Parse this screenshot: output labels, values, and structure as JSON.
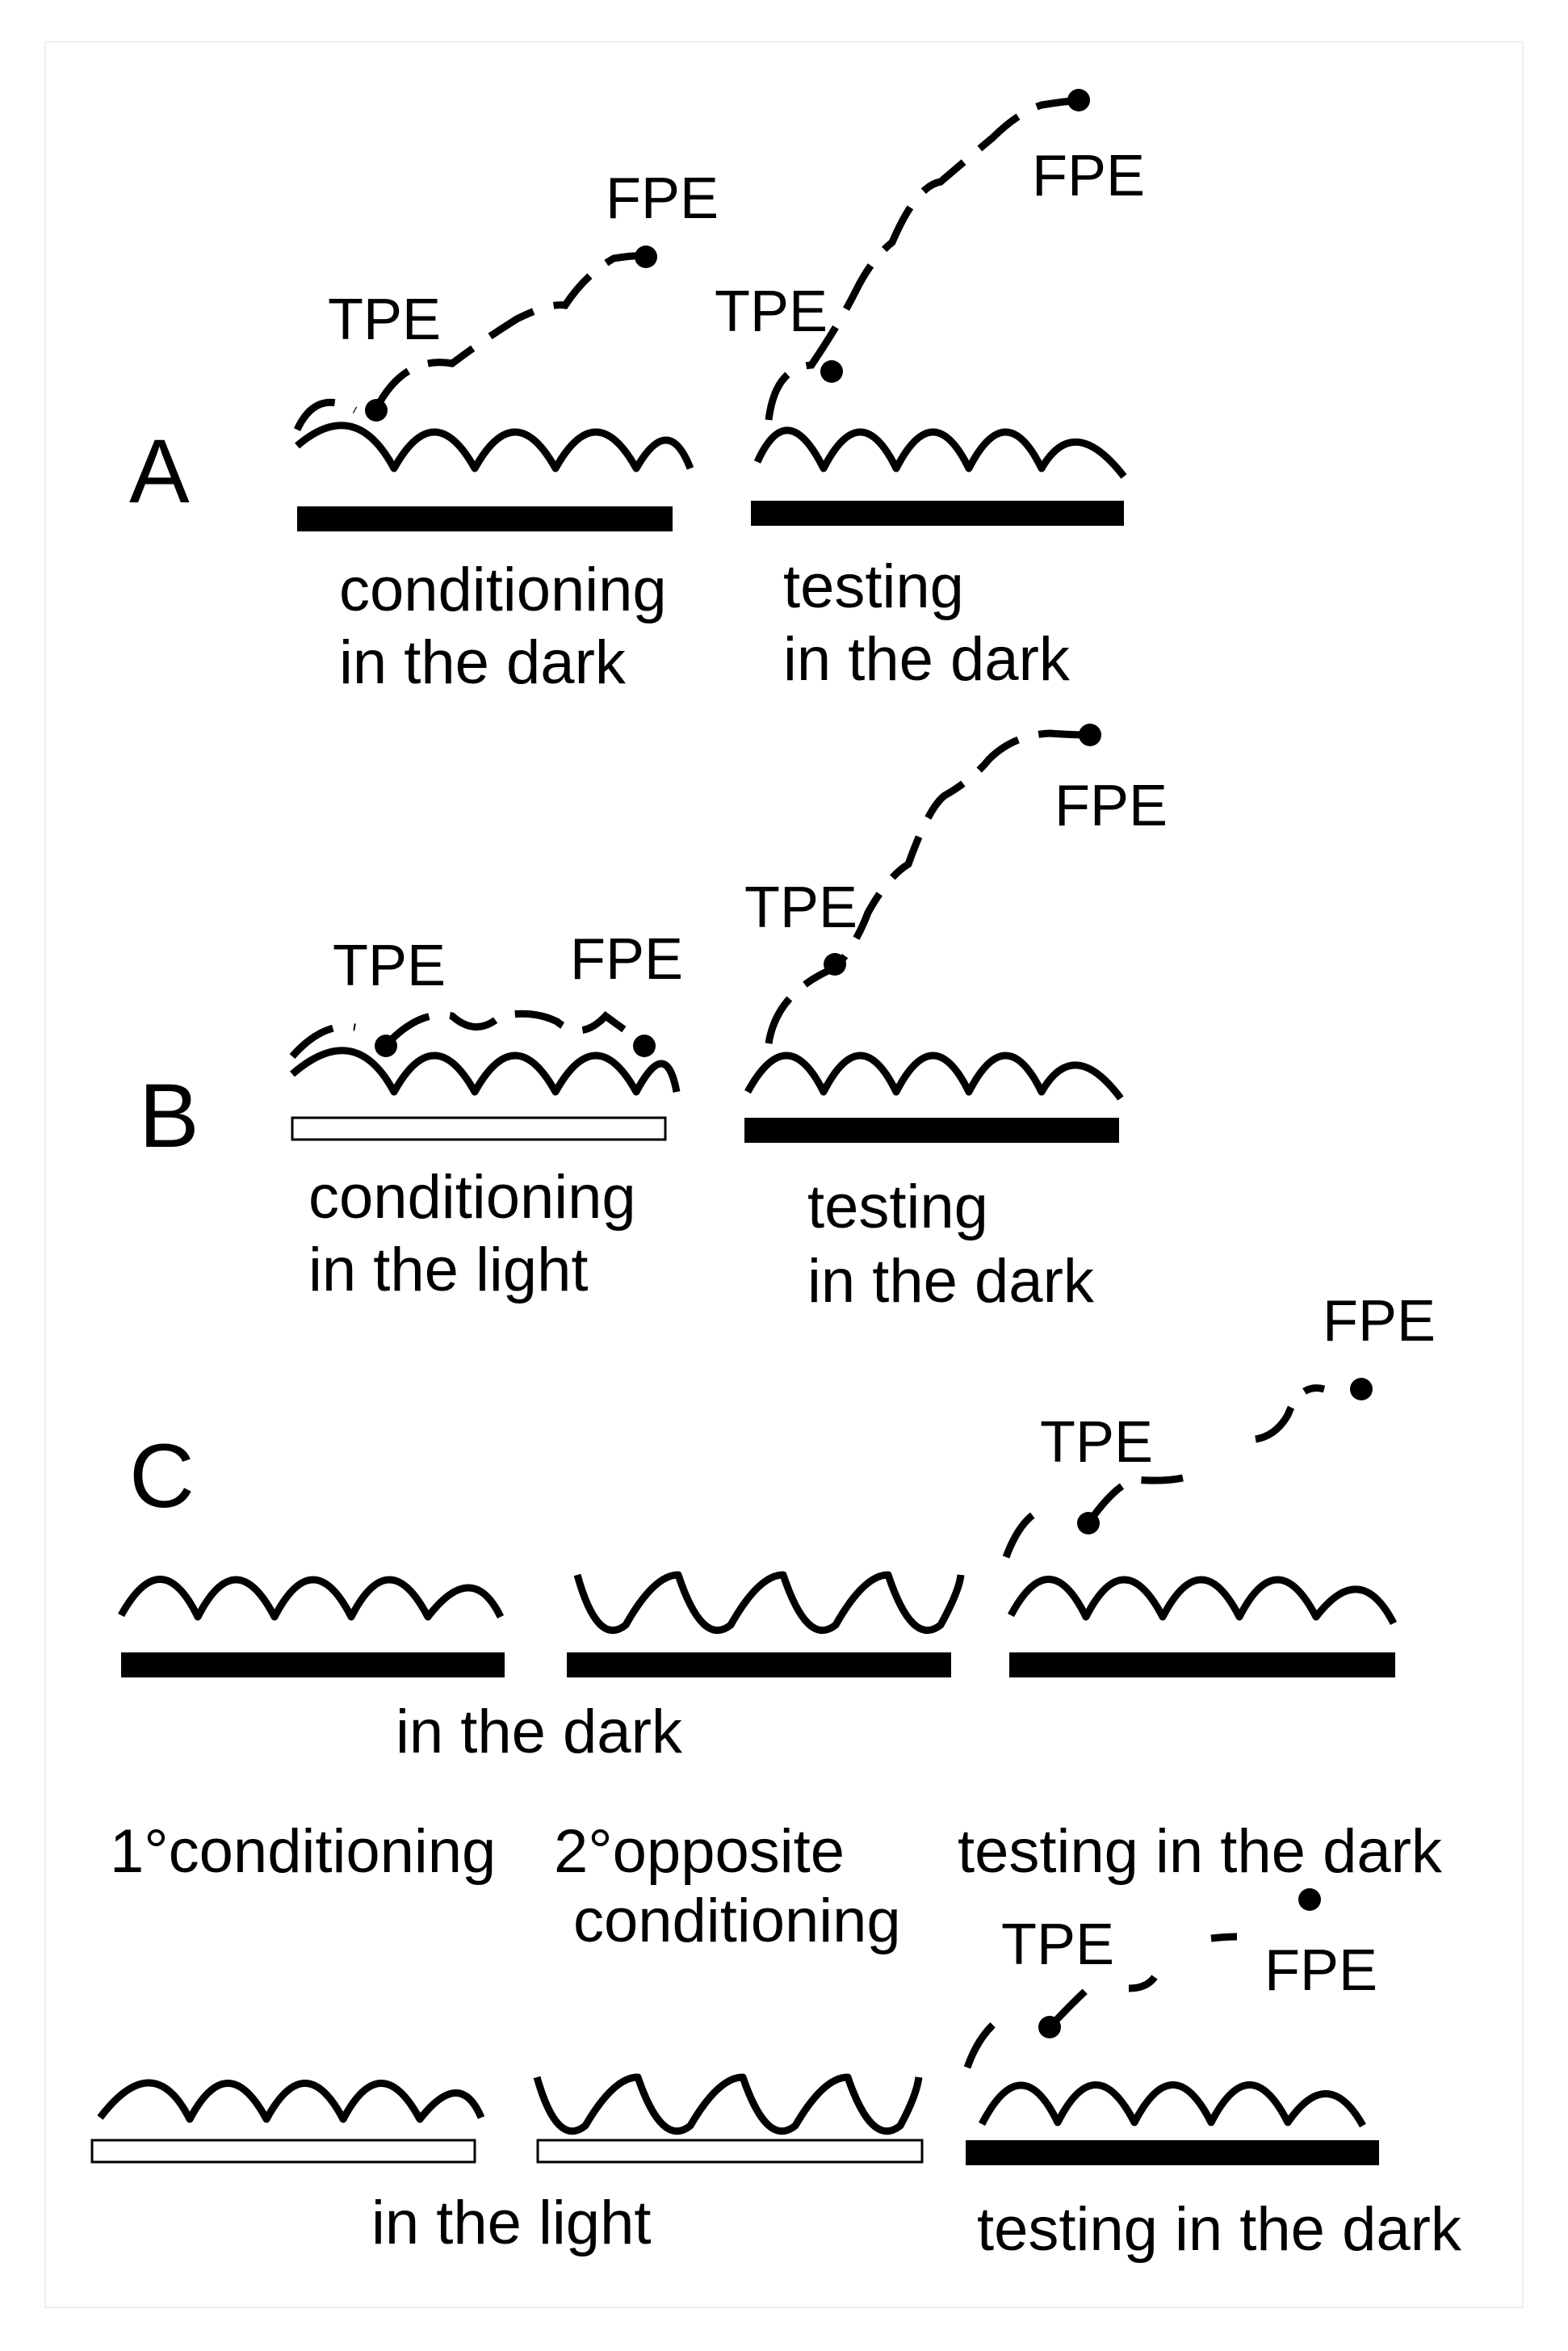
{
  "labels": {
    "tpe": "TPE",
    "fpe": "FPE"
  },
  "panels": {
    "a": {
      "letter": "A",
      "conditioning_line1": "conditioning",
      "conditioning_line2": "in the dark",
      "testing_line1": "testing",
      "testing_line2": "in the dark"
    },
    "b": {
      "letter": "B",
      "conditioning_line1": "conditioning",
      "conditioning_line2": "in the light",
      "testing_line1": "testing",
      "testing_line2": "in the dark"
    },
    "c": {
      "letter": "C",
      "dark_caption": "in the dark",
      "primary_caption": "1°conditioning",
      "opposite_line1": "2°opposite",
      "opposite_line2": "conditioning",
      "testing_caption_top": "testing in the dark",
      "light_caption": "in the light",
      "testing_caption_bottom": "testing in the dark"
    }
  },
  "colors": {
    "ink": "#000000",
    "background": "#ffffff"
  }
}
